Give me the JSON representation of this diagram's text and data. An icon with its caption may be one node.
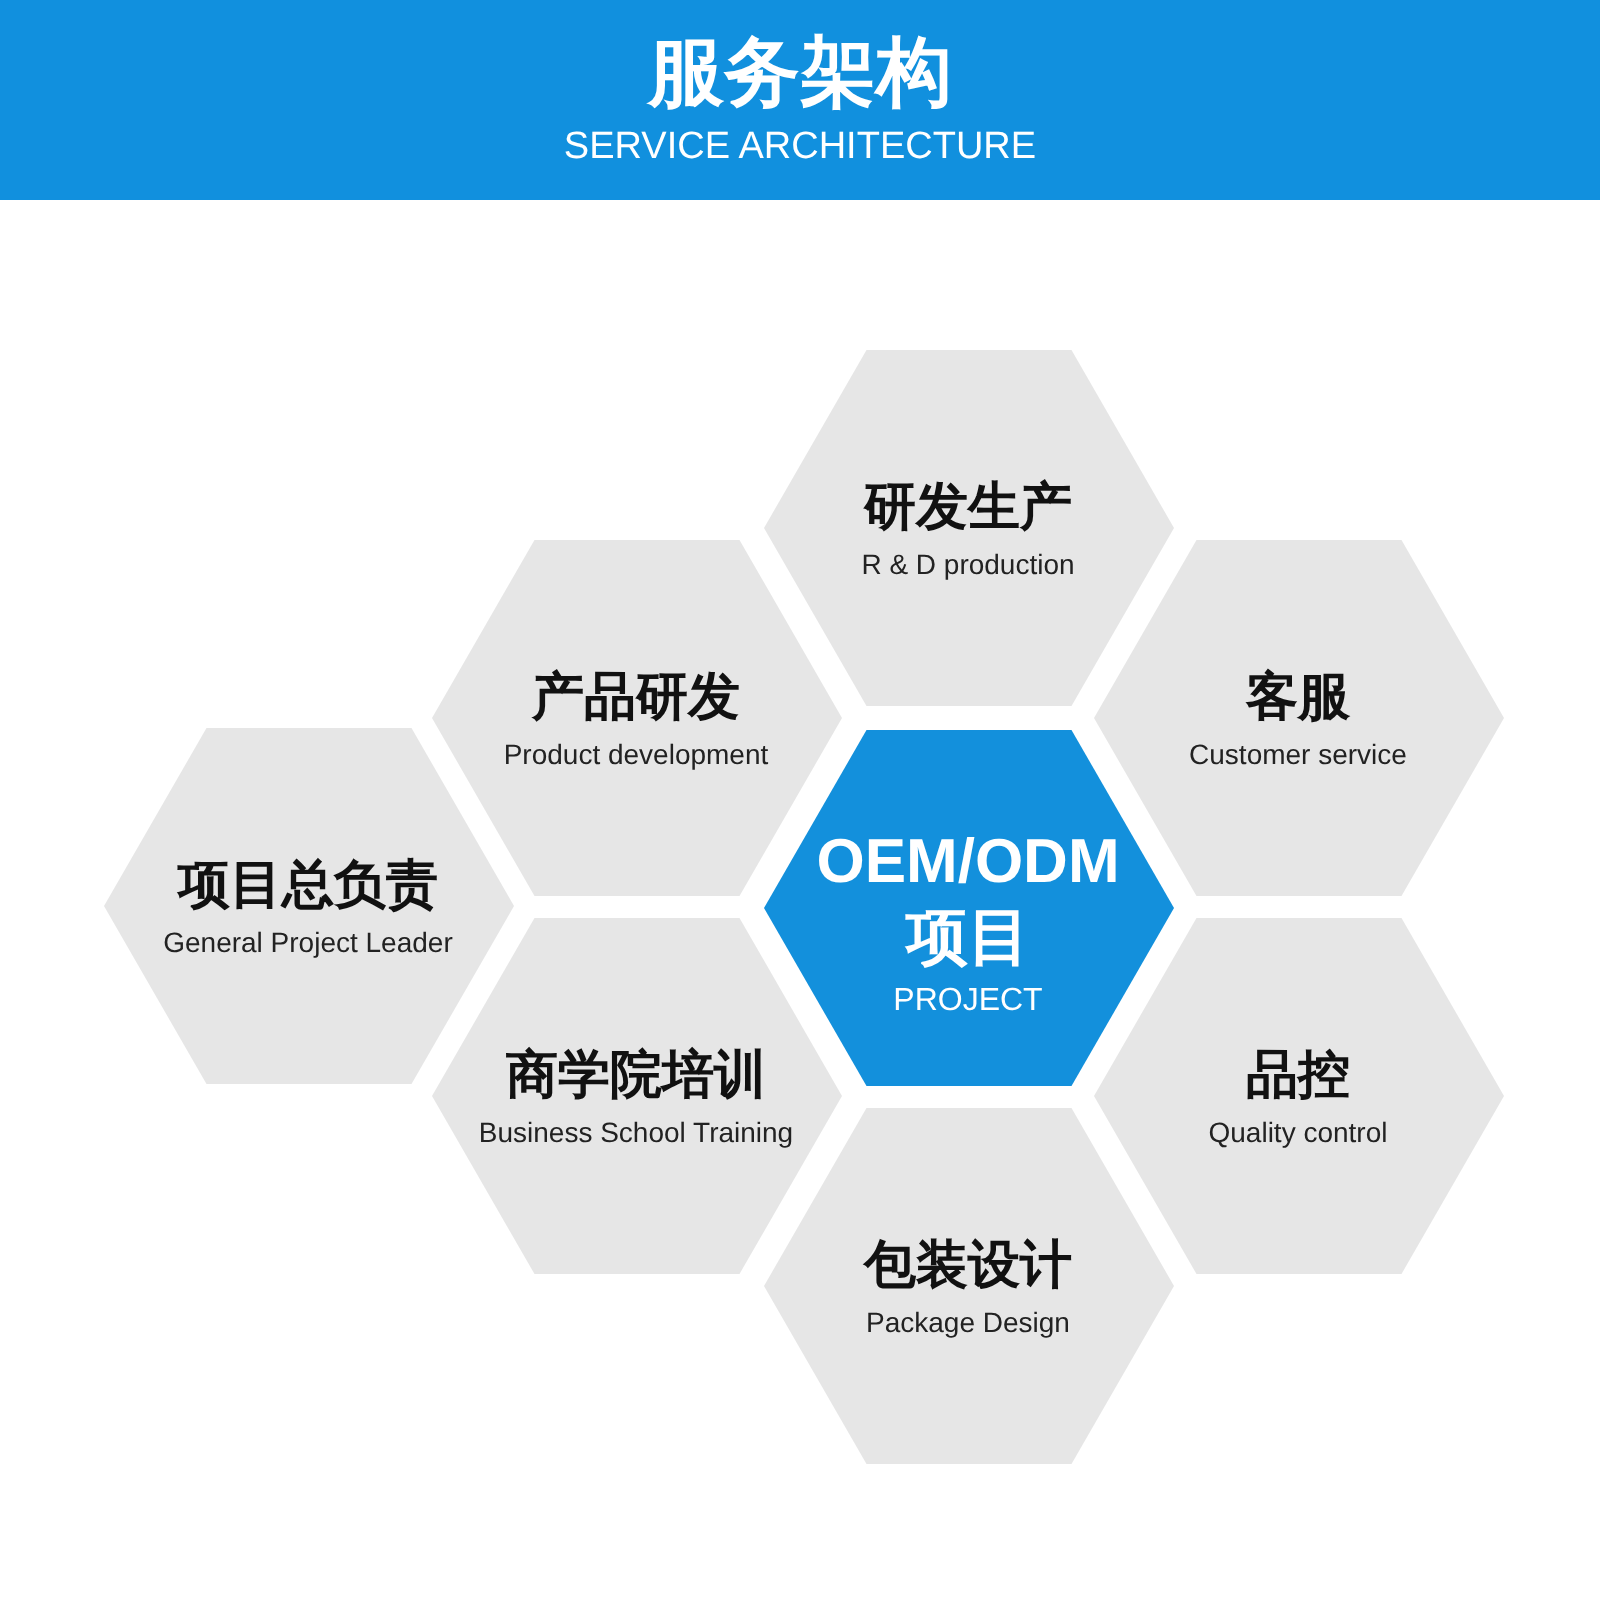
{
  "diagram": {
    "title": "服务架构",
    "nodes": [
      {
        "text": [
          "研发生产",
          "R & D production"
        ]
      },
      {
        "text": [
          "产品研发",
          "Product development"
        ]
      },
      {
        "text": [
          "客服",
          "Customer service"
        ]
      },
      {
        "text": [
          "项目总负责",
          "General Project Leader"
        ]
      },
      {
        "text": [
          "OEM/ODM 项目",
          "PROJECT"
        ]
      },
      {
        "text": [
          "商学院培训",
          "Business School Training"
        ]
      },
      {
        "text": [
          "品控",
          "Quality control"
        ]
      },
      {
        "text": [
          "包装设计",
          "Package Design"
        ]
      }
    ],
    "labels": [
      "SERVICE ARCHITECTURE"
    ]
  }
}
